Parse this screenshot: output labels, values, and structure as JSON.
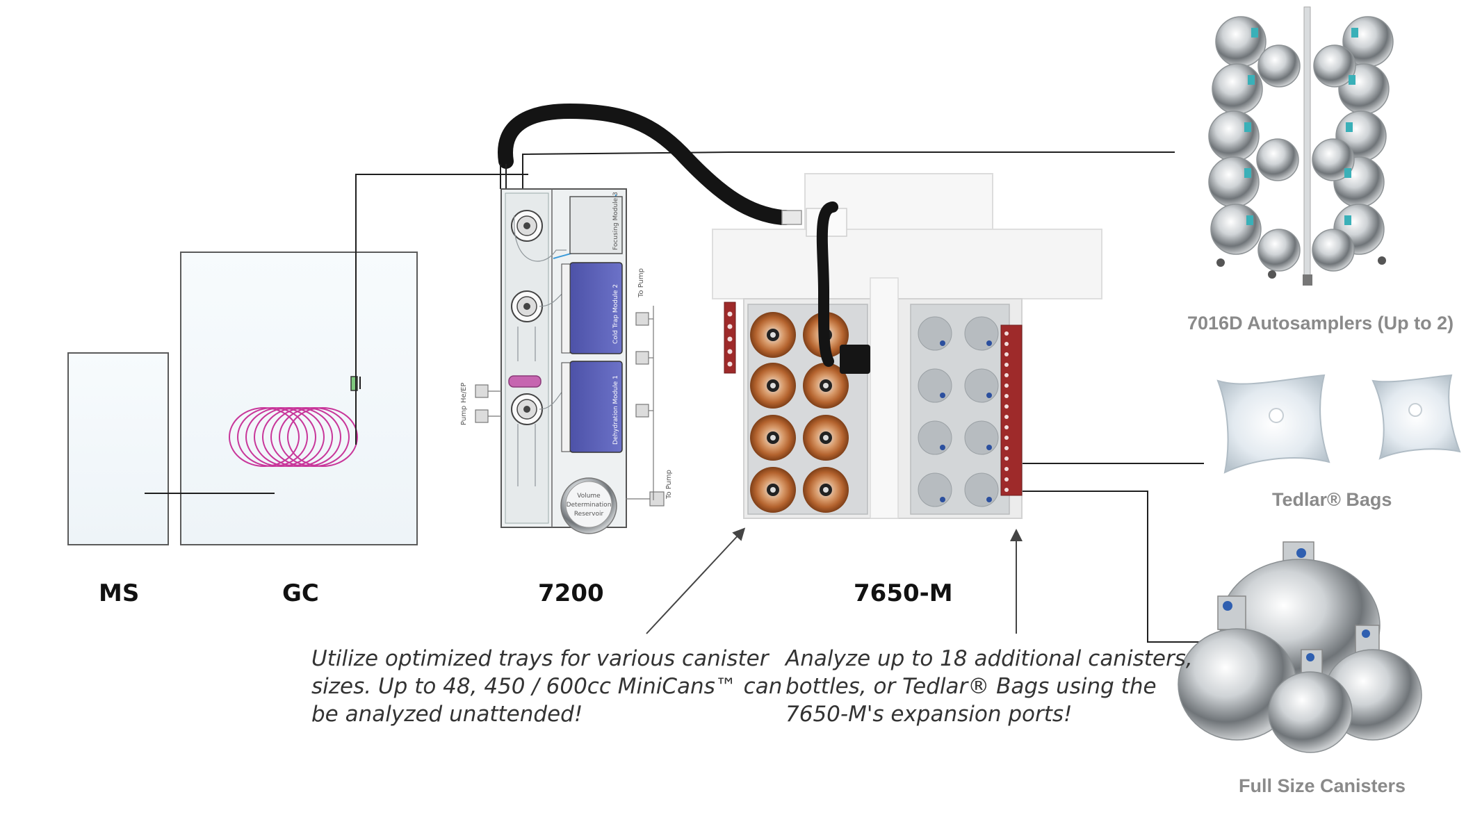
{
  "labels": {
    "ms": "MS",
    "gc": "GC",
    "preconcentrator": "7200",
    "canister_autosampler": "7650-M"
  },
  "captions": {
    "autosamplers": "7016D Autosamplers (Up to 2)",
    "tedlar_bags": "Tedlar® Bags",
    "full_size_canisters": "Full Size Canisters"
  },
  "notes": {
    "trays": {
      "line1": "Utilize optimized trays for various canister",
      "line2": "sizes. Up to 48, 450 / 600cc MiniCans™ can",
      "line3": "be analyzed unattended!"
    },
    "expansion": {
      "line1": "Analyze up to 18 additional canisters,",
      "line2": "bottles, or Tedlar® Bags using the",
      "line3": "7650-M's expansion ports!"
    }
  },
  "module_7200_text": {
    "focusing": "Focusing Module 3",
    "cold_trap": "Cold Trap Module 2",
    "dehydration": "Dehydration Module 1",
    "to_pump_top": "To Pump",
    "to_pump_bottom": "To Pump",
    "pump": "Pump",
    "he_ep": "He/EP",
    "vol_line1": "Volume",
    "vol_line2": "Determination",
    "vol_line3": "Reservoir"
  },
  "colors": {
    "column_coil": "#c8369a",
    "module_blue": "#5b60b8",
    "hose": "#141414",
    "rail_red": "#9e2a2a",
    "canister_copper": "#b4632e",
    "flow_line": "#1f1f1f"
  }
}
